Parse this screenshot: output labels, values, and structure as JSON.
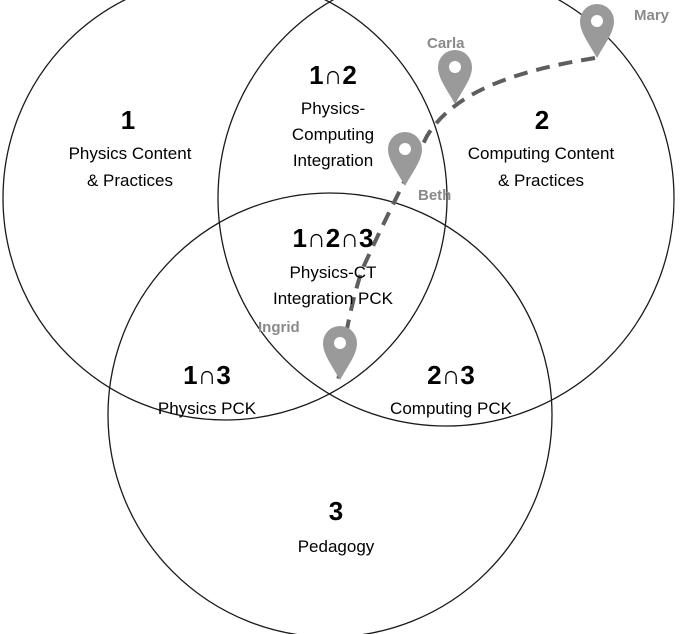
{
  "diagram": {
    "sets": {
      "set1": {
        "number": "1",
        "lines": [
          "Physics Content",
          "& Practices"
        ]
      },
      "set2": {
        "number": "2",
        "lines": [
          "Computing Content",
          "& Practices"
        ]
      },
      "set3": {
        "number": "3",
        "lines": [
          "Pedagogy"
        ]
      }
    },
    "intersections": {
      "i12": {
        "number": "1∩2",
        "lines": [
          "Physics-",
          "Computing",
          "Integration"
        ]
      },
      "i13": {
        "number": "1∩3",
        "lines": [
          "Physics PCK"
        ]
      },
      "i23": {
        "number": "2∩3",
        "lines": [
          "Computing PCK"
        ]
      },
      "i123": {
        "number": "1∩2∩3",
        "lines": [
          "Physics-CT",
          "Integration PCK"
        ]
      }
    },
    "participants": [
      "Mary",
      "Carla",
      "Beth",
      "Ingrid"
    ],
    "colors": {
      "outline": "#1a1a1a",
      "marker": "#9a9a9a",
      "path": "#5e5e5e",
      "name": "#8a8a8a"
    }
  }
}
